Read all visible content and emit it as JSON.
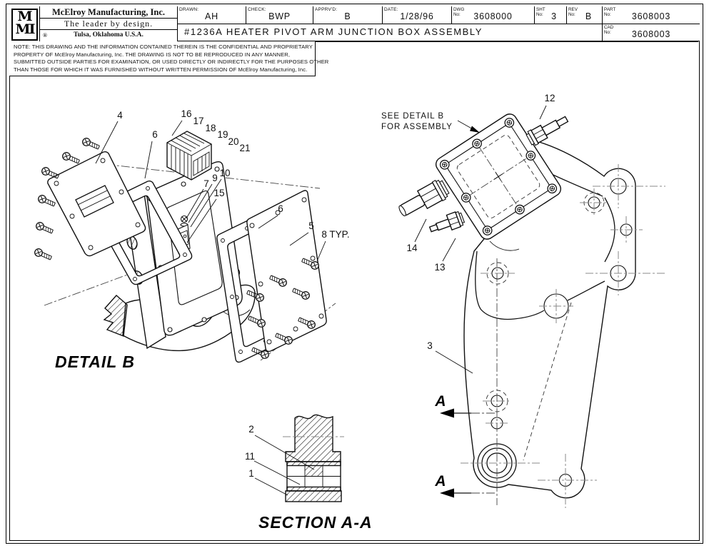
{
  "title_block": {
    "logo_top": "M",
    "logo_bottom": "MI",
    "company_name": "McElroy Manufacturing, Inc.",
    "company_tagline": "The leader by design.",
    "company_registered": "®",
    "company_location": "Tulsa, Oklahoma U.S.A.",
    "drawn_label": "DRAWN:",
    "drawn_value": "AH",
    "check_label": "CHECK:",
    "check_value": "BWP",
    "apprvd_label": "APPRV'D:",
    "apprvd_value": "B",
    "date_label": "DATE:",
    "date_value": "1/28/96",
    "dwg_label": "DWG",
    "dwg_no": "No:",
    "dwg_value": "3608000",
    "sht_label": "SHT",
    "sht_no": "No:",
    "sht_value": "3",
    "rev_label": "REV",
    "rev_no": "No:",
    "rev_value": "B",
    "part_label": "PART",
    "part_no": "No:",
    "part_value": "3608003",
    "cad_label": "CAD",
    "cad_no": "No:",
    "cad_value": "3608003",
    "drawing_title": "#1236A HEATER PIVOT ARM JUNCTION BOX ASSEMBLY"
  },
  "note": {
    "line1": "NOTE: THIS DRAWING AND THE INFORMATION CONTAINED THEREIN IS THE CONFIDENTIAL AND PROPRIETARY",
    "line2": "PROPERTY OF McElroy Manufacturing, Inc. THE DRAWING IS NOT TO BE REPRODUCED IN ANY MANNER,",
    "line3": "SUBMITTED OUTSIDE PARTIES FOR EXAMINATION, OR USED DIRECTLY OR INDIRECTLY FOR THE PURPOSES OTHER",
    "line4": "THAN THOSE FOR WHICH IT WAS FURNISHED WITHOUT WRITTEN PERMISSION OF McElroy Manufacturing, Inc."
  },
  "labels": {
    "detail_b": "DETAIL B",
    "section_aa": "SECTION A-A",
    "see_detail_1": "SEE DETAIL B",
    "see_detail_2": "FOR ASSEMBLY",
    "section_arrow": "A"
  },
  "callouts": {
    "p1": "1",
    "p2": "2",
    "p3": "3",
    "p4": "4",
    "p5": "5",
    "p6": "6",
    "p7": "7",
    "p8": "8 TYP.",
    "p9": "9",
    "p10": "10",
    "p11": "11",
    "p12": "12",
    "p13": "13",
    "p14": "14",
    "p15": "15",
    "p16": "16",
    "p17": "17",
    "p18": "18",
    "p19": "19",
    "p20": "20",
    "p21": "21"
  },
  "colors": {
    "ink": "#111111",
    "paper": "#ffffff",
    "centerline": "#8a8a8a"
  }
}
